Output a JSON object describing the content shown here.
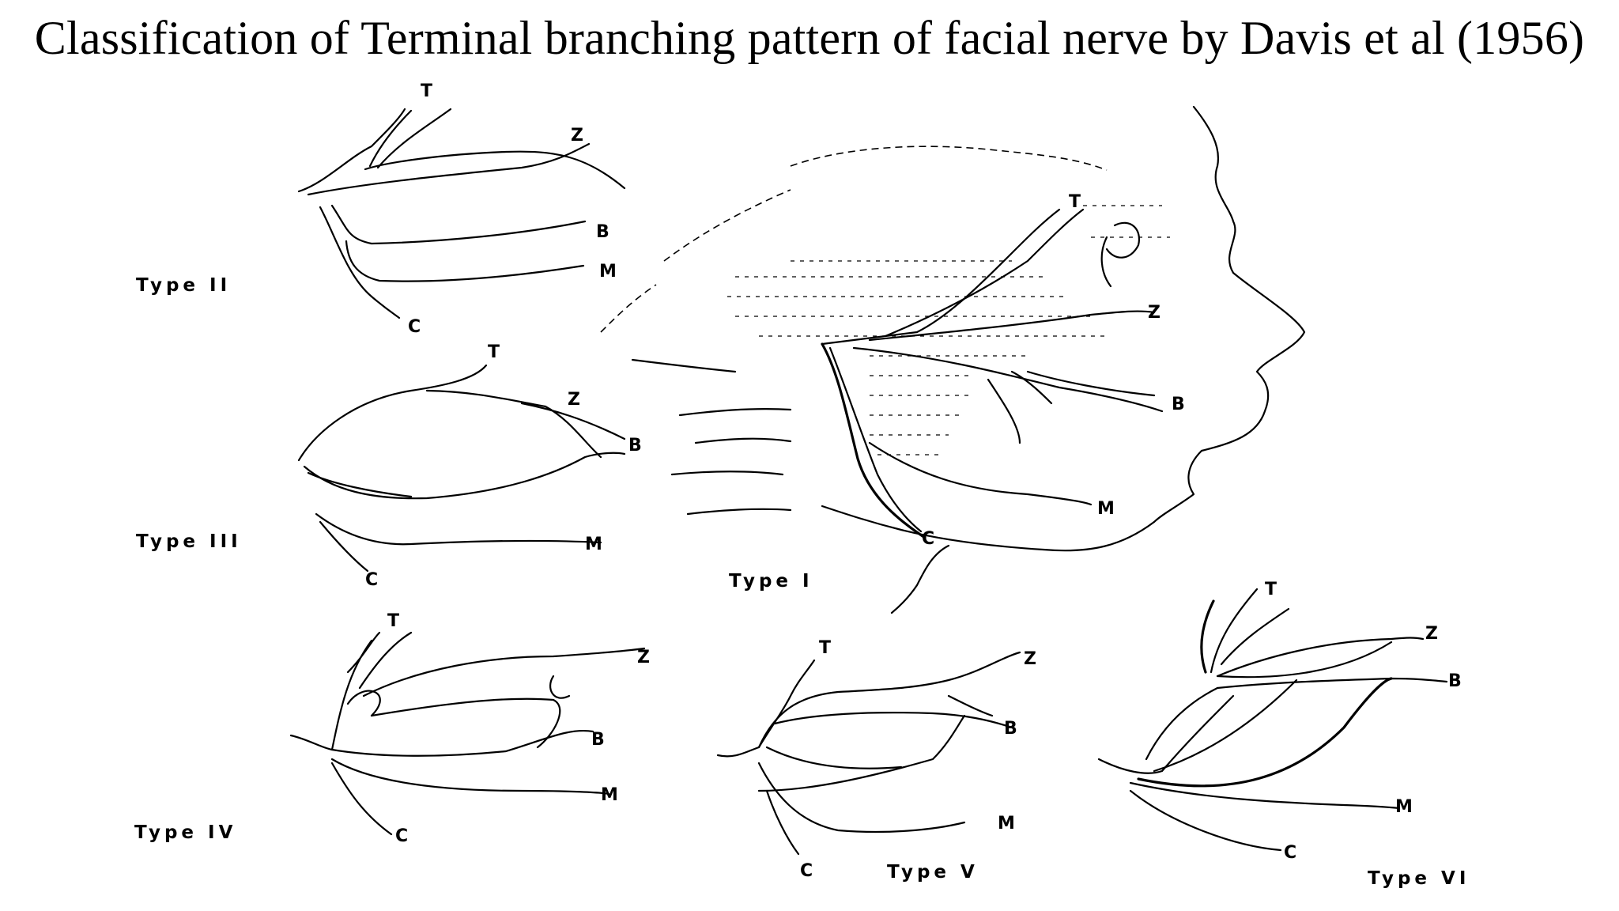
{
  "title": "Classification of Terminal branching pattern of facial nerve by Davis et al (1956)",
  "panels": {
    "type2": {
      "label": "Type II",
      "branches": {
        "t": "T",
        "z": "Z",
        "b": "B",
        "m": "M",
        "c": "C"
      }
    },
    "type3": {
      "label": "Type III",
      "branches": {
        "t": "T",
        "z": "Z",
        "b": "B",
        "m": "M",
        "c": "C"
      }
    },
    "type1": {
      "label": "Type I",
      "branches": {
        "t": "T",
        "z": "Z",
        "b": "B",
        "m": "M",
        "c": "C"
      }
    },
    "type4": {
      "label": "Type IV",
      "branches": {
        "t": "T",
        "z": "Z",
        "b": "B",
        "m": "M",
        "c": "C"
      }
    },
    "type5": {
      "label": "Type V",
      "branches": {
        "t": "T",
        "z": "Z",
        "b": "B",
        "m": "M",
        "c": "C"
      }
    },
    "type6": {
      "label": "Type VI",
      "branches": {
        "t": "T",
        "z": "Z",
        "b": "B",
        "m": "M",
        "c": "C"
      }
    }
  }
}
